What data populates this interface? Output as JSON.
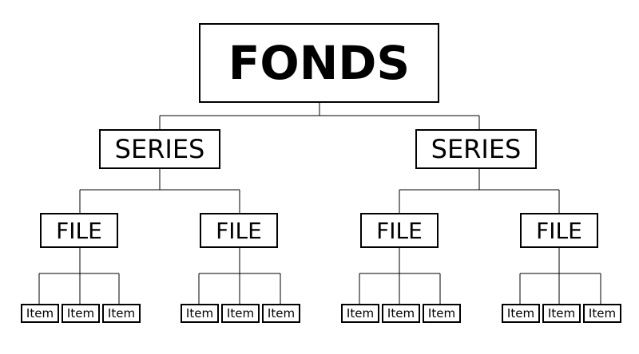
{
  "colors": {
    "line": "#000000",
    "box_border": "#000000",
    "background": "#ffffff",
    "text": "#000000"
  },
  "tree": {
    "label": "FONDS",
    "series": [
      {
        "label": "SERIES",
        "files": [
          {
            "label": "FILE",
            "items": [
              "Item",
              "Item",
              "Item"
            ]
          },
          {
            "label": "FILE",
            "items": [
              "Item",
              "Item",
              "Item"
            ]
          }
        ]
      },
      {
        "label": "SERIES",
        "files": [
          {
            "label": "FILE",
            "items": [
              "Item",
              "Item",
              "Item"
            ]
          },
          {
            "label": "FILE",
            "items": [
              "Item",
              "Item",
              "Item"
            ]
          }
        ]
      }
    ]
  }
}
